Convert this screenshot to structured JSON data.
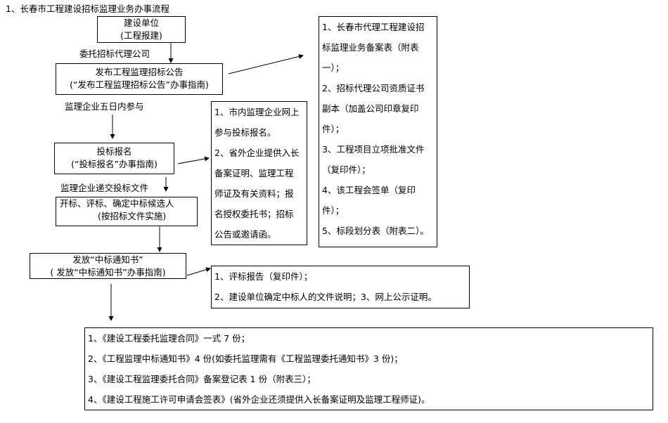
{
  "title": "1、长春市工程建设招标监理业务办事流程",
  "steps": {
    "construction_unit": [
      "建设单位",
      "(工程报建)"
    ],
    "publish_notice": [
      "发布工程监理招标公告",
      "(“发布工程监理招标公告”办事指南)"
    ],
    "bid_registration": [
      "投标报名",
      "(“投标报名”办事指南)"
    ],
    "bid_opening": [
      "开标、评标、确定中标候选人",
      "(按招标文件实施)"
    ],
    "award_notice": [
      "发放“中标通知书”",
      "( 发放“中标通知书”办事指南)"
    ]
  },
  "edge_labels": {
    "entrust_agent": "委托招标代理公司",
    "within_five_days": "监理企业五日内参与",
    "submit_bids": "监理企业递交投标文件"
  },
  "notes": {
    "registration_requirements": [
      "1、市内监理企业网上",
      "参与投标报名。",
      "2、省外企业提供入长",
      "备案证明、监理工程",
      "师证及有关资料；报",
      "名授权委托书；招标",
      "公告或邀请函。"
    ],
    "notice_requirements": [
      "1、长春市代理工程建设招",
      "标监理业务备案表（附表",
      "一）；",
      "2、招标代理公司资质证书",
      "副本（加盖公司印章复印",
      "件）；",
      "3、工程项目立项批准文件",
      "（复印件）；",
      "4、该工程会签单（复印",
      "件）；",
      "5、标段划分表（附表二）。"
    ],
    "award_requirements": [
      "1、评标报告（复印件）；",
      "2、建设单位确定中标人的文件说明；3、网上公示证明。"
    ],
    "final_documents": [
      "1、《建设工程委托监理合同》一式 7 份；",
      "2、《工程监理中标通知书》4 份(如委托监理需有《工程监理委托通知书》3 份)；",
      "3、《建设工程监理委托合同》备案登记表 1 份（附表三）；",
      "4、《建设工程施工许可申请会签表》(省外企业还须提供入长备案证明及监理工程师证)。"
    ]
  }
}
